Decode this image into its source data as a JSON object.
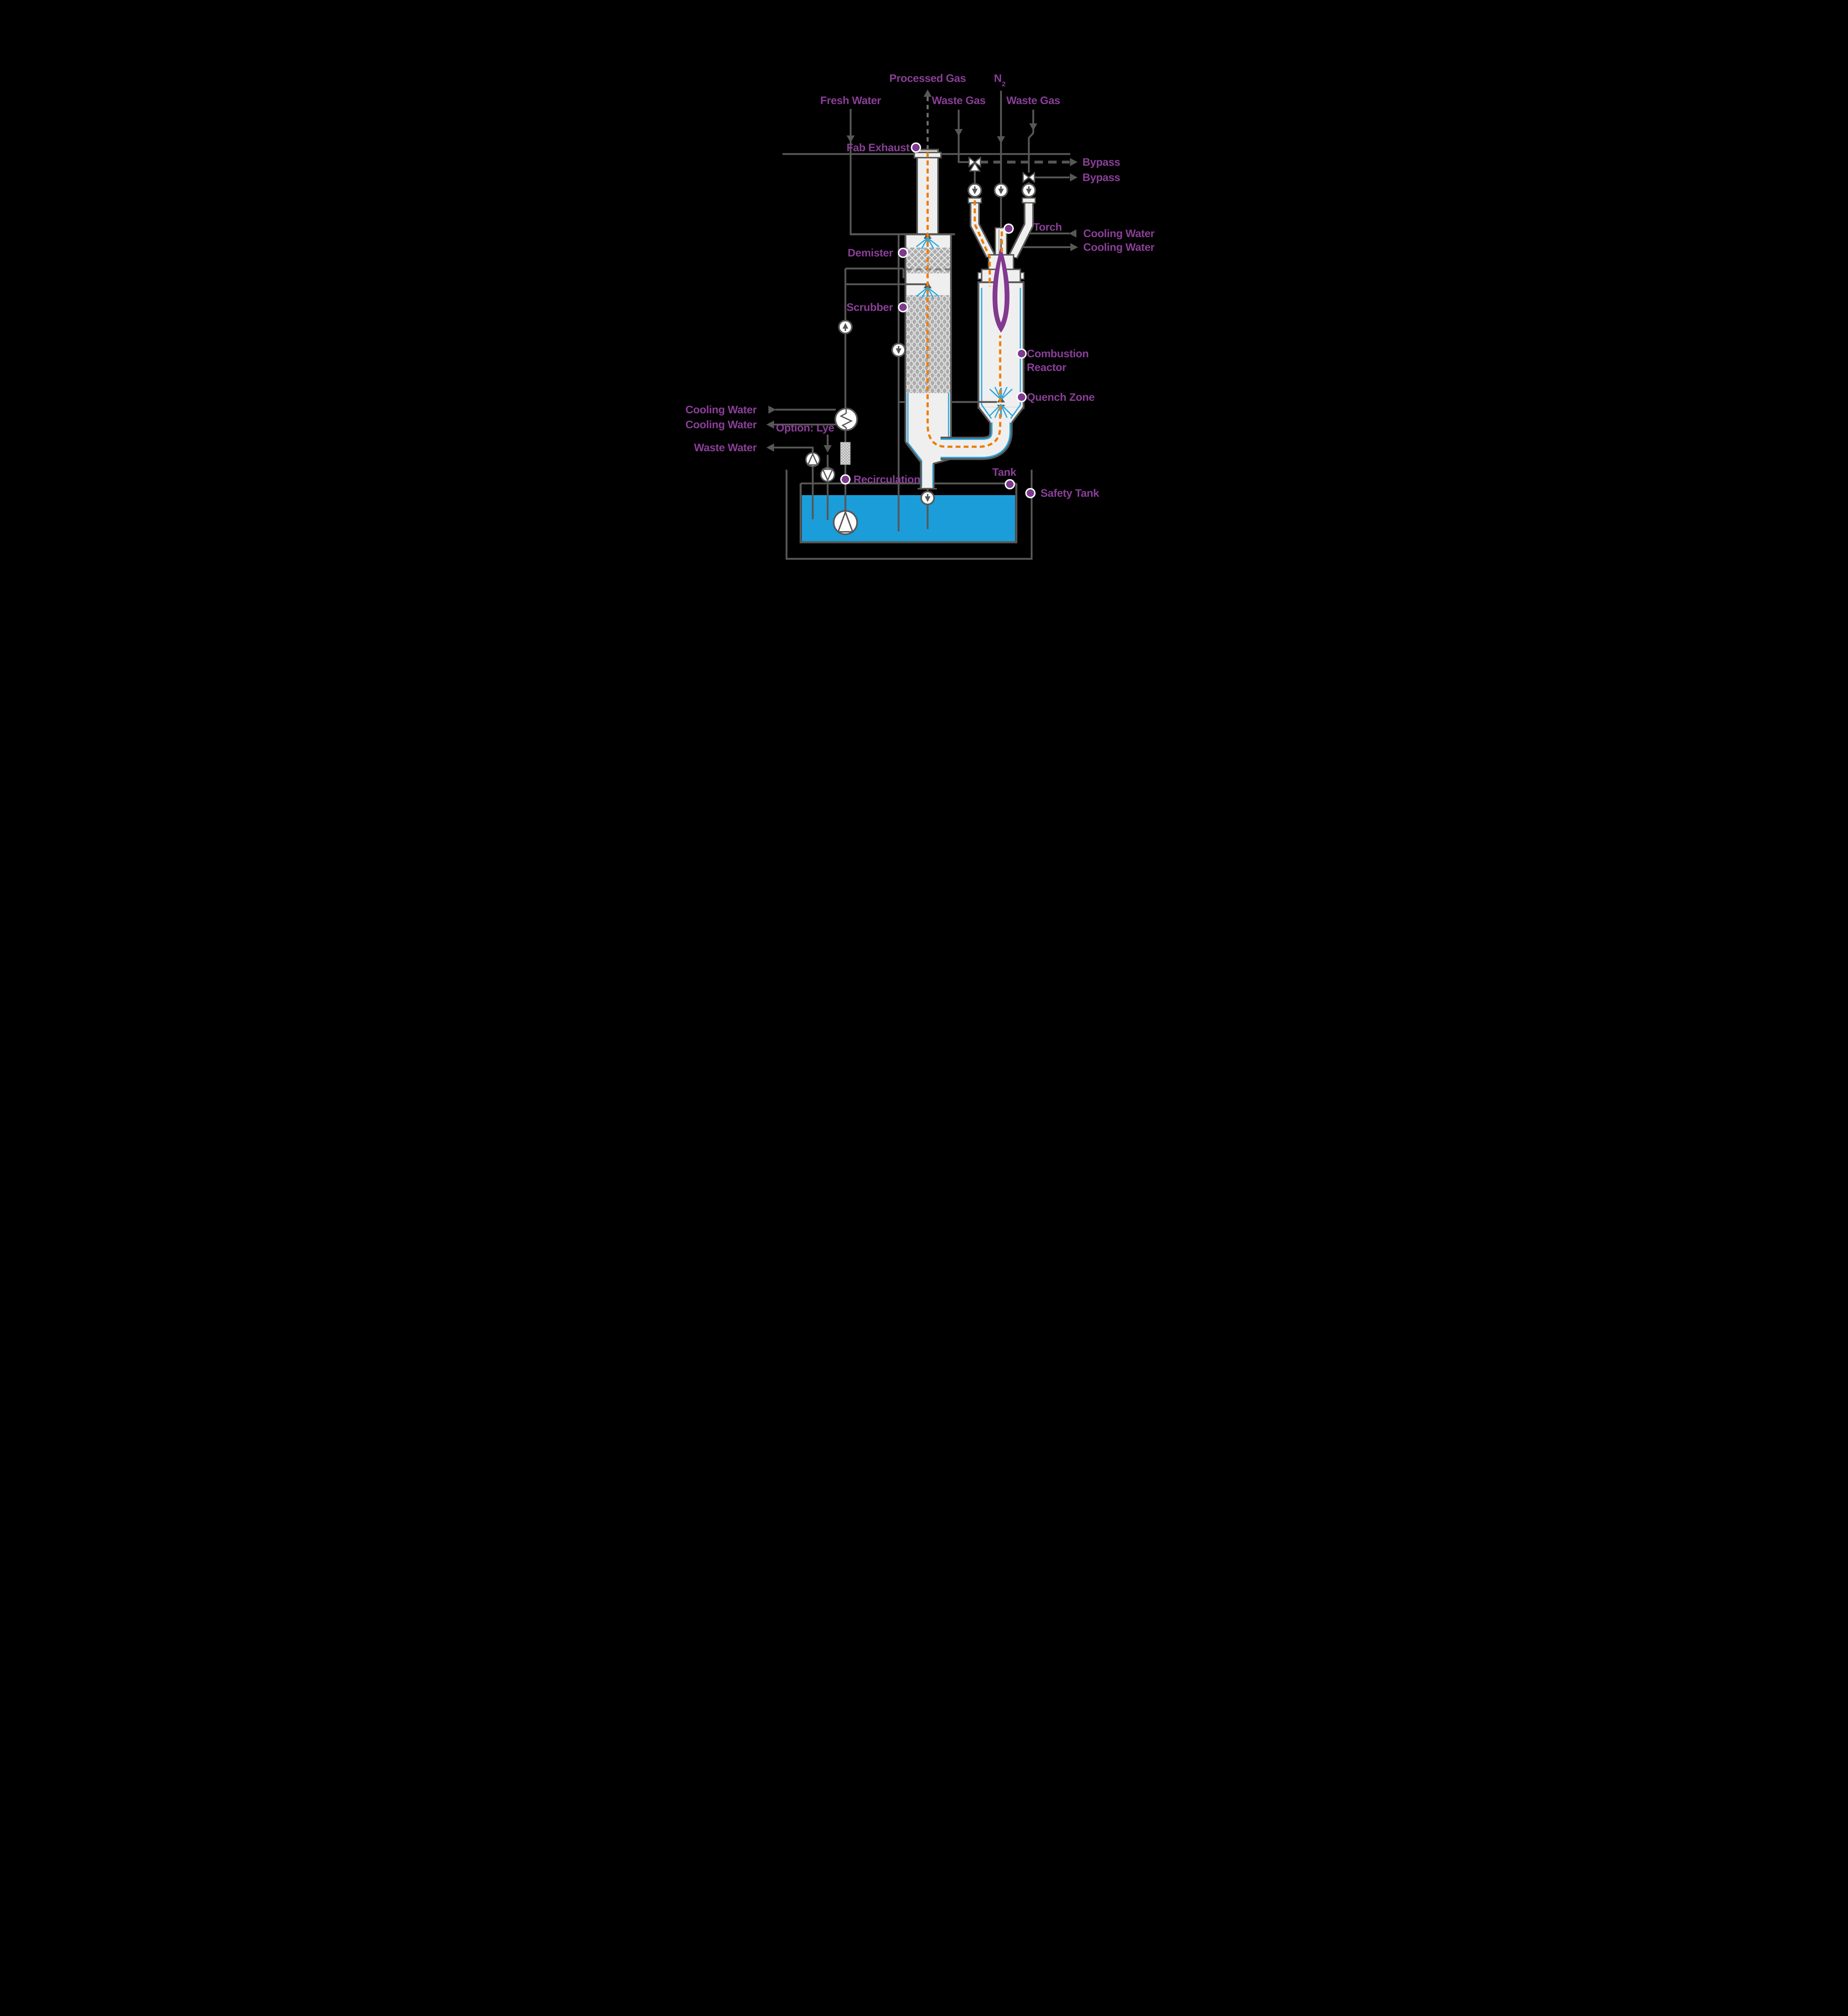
{
  "diagram": {
    "title_domain": "gas-abatement-system-process-diagram",
    "labels": {
      "processed_gas": "Processed Gas",
      "n2_base": "N",
      "n2_sub": "2",
      "fresh_water": "Fresh Water",
      "waste_gas_left": "Waste Gas",
      "waste_gas_right": "Waste Gas",
      "fab_exhaust": "Fab Exhaust",
      "bypass_1": "Bypass",
      "bypass_2": "Bypass",
      "torch": "Torch",
      "cooling_water_torch_in": "Cooling Water",
      "cooling_water_torch_out": "Cooling Water",
      "demister": "Demister",
      "scrubber": "Scrubber",
      "combustion_reactor_line1": "Combustion",
      "combustion_reactor_line2": "Reactor",
      "quench_zone": "Quench Zone",
      "cooling_water_hx_in": "Cooling Water",
      "cooling_water_hx_out": "Cooling Water",
      "waste_water": "Waste Water",
      "option_lye": "Option: Lye",
      "recirculation": "Recirculation",
      "tank": "Tank",
      "safety_tank": "Safety Tank"
    },
    "colors": {
      "background": "#000000",
      "label_purple": "#8A3E98",
      "marker_purple": "#7E3A8D",
      "flame_purple": "#82398F",
      "flow_orange": "#EF7C00",
      "spray_blue": "#29A8E0",
      "lining_blue": "#29A8E0",
      "water_blue": "#1B9DD9",
      "vessel_fill": "#EFEFEF",
      "line_gray": "#575756",
      "dash_gray": "#6F6F6E",
      "media_gray": "#ACACAC"
    },
    "icons": [
      "check-valve-icon",
      "shutoff-valve-icon",
      "pump-icon",
      "heat-exchanger-icon",
      "filter-icon",
      "spray-nozzle-icon",
      "flame-icon",
      "flow-arrow-icon",
      "marker-dot-icon"
    ]
  }
}
